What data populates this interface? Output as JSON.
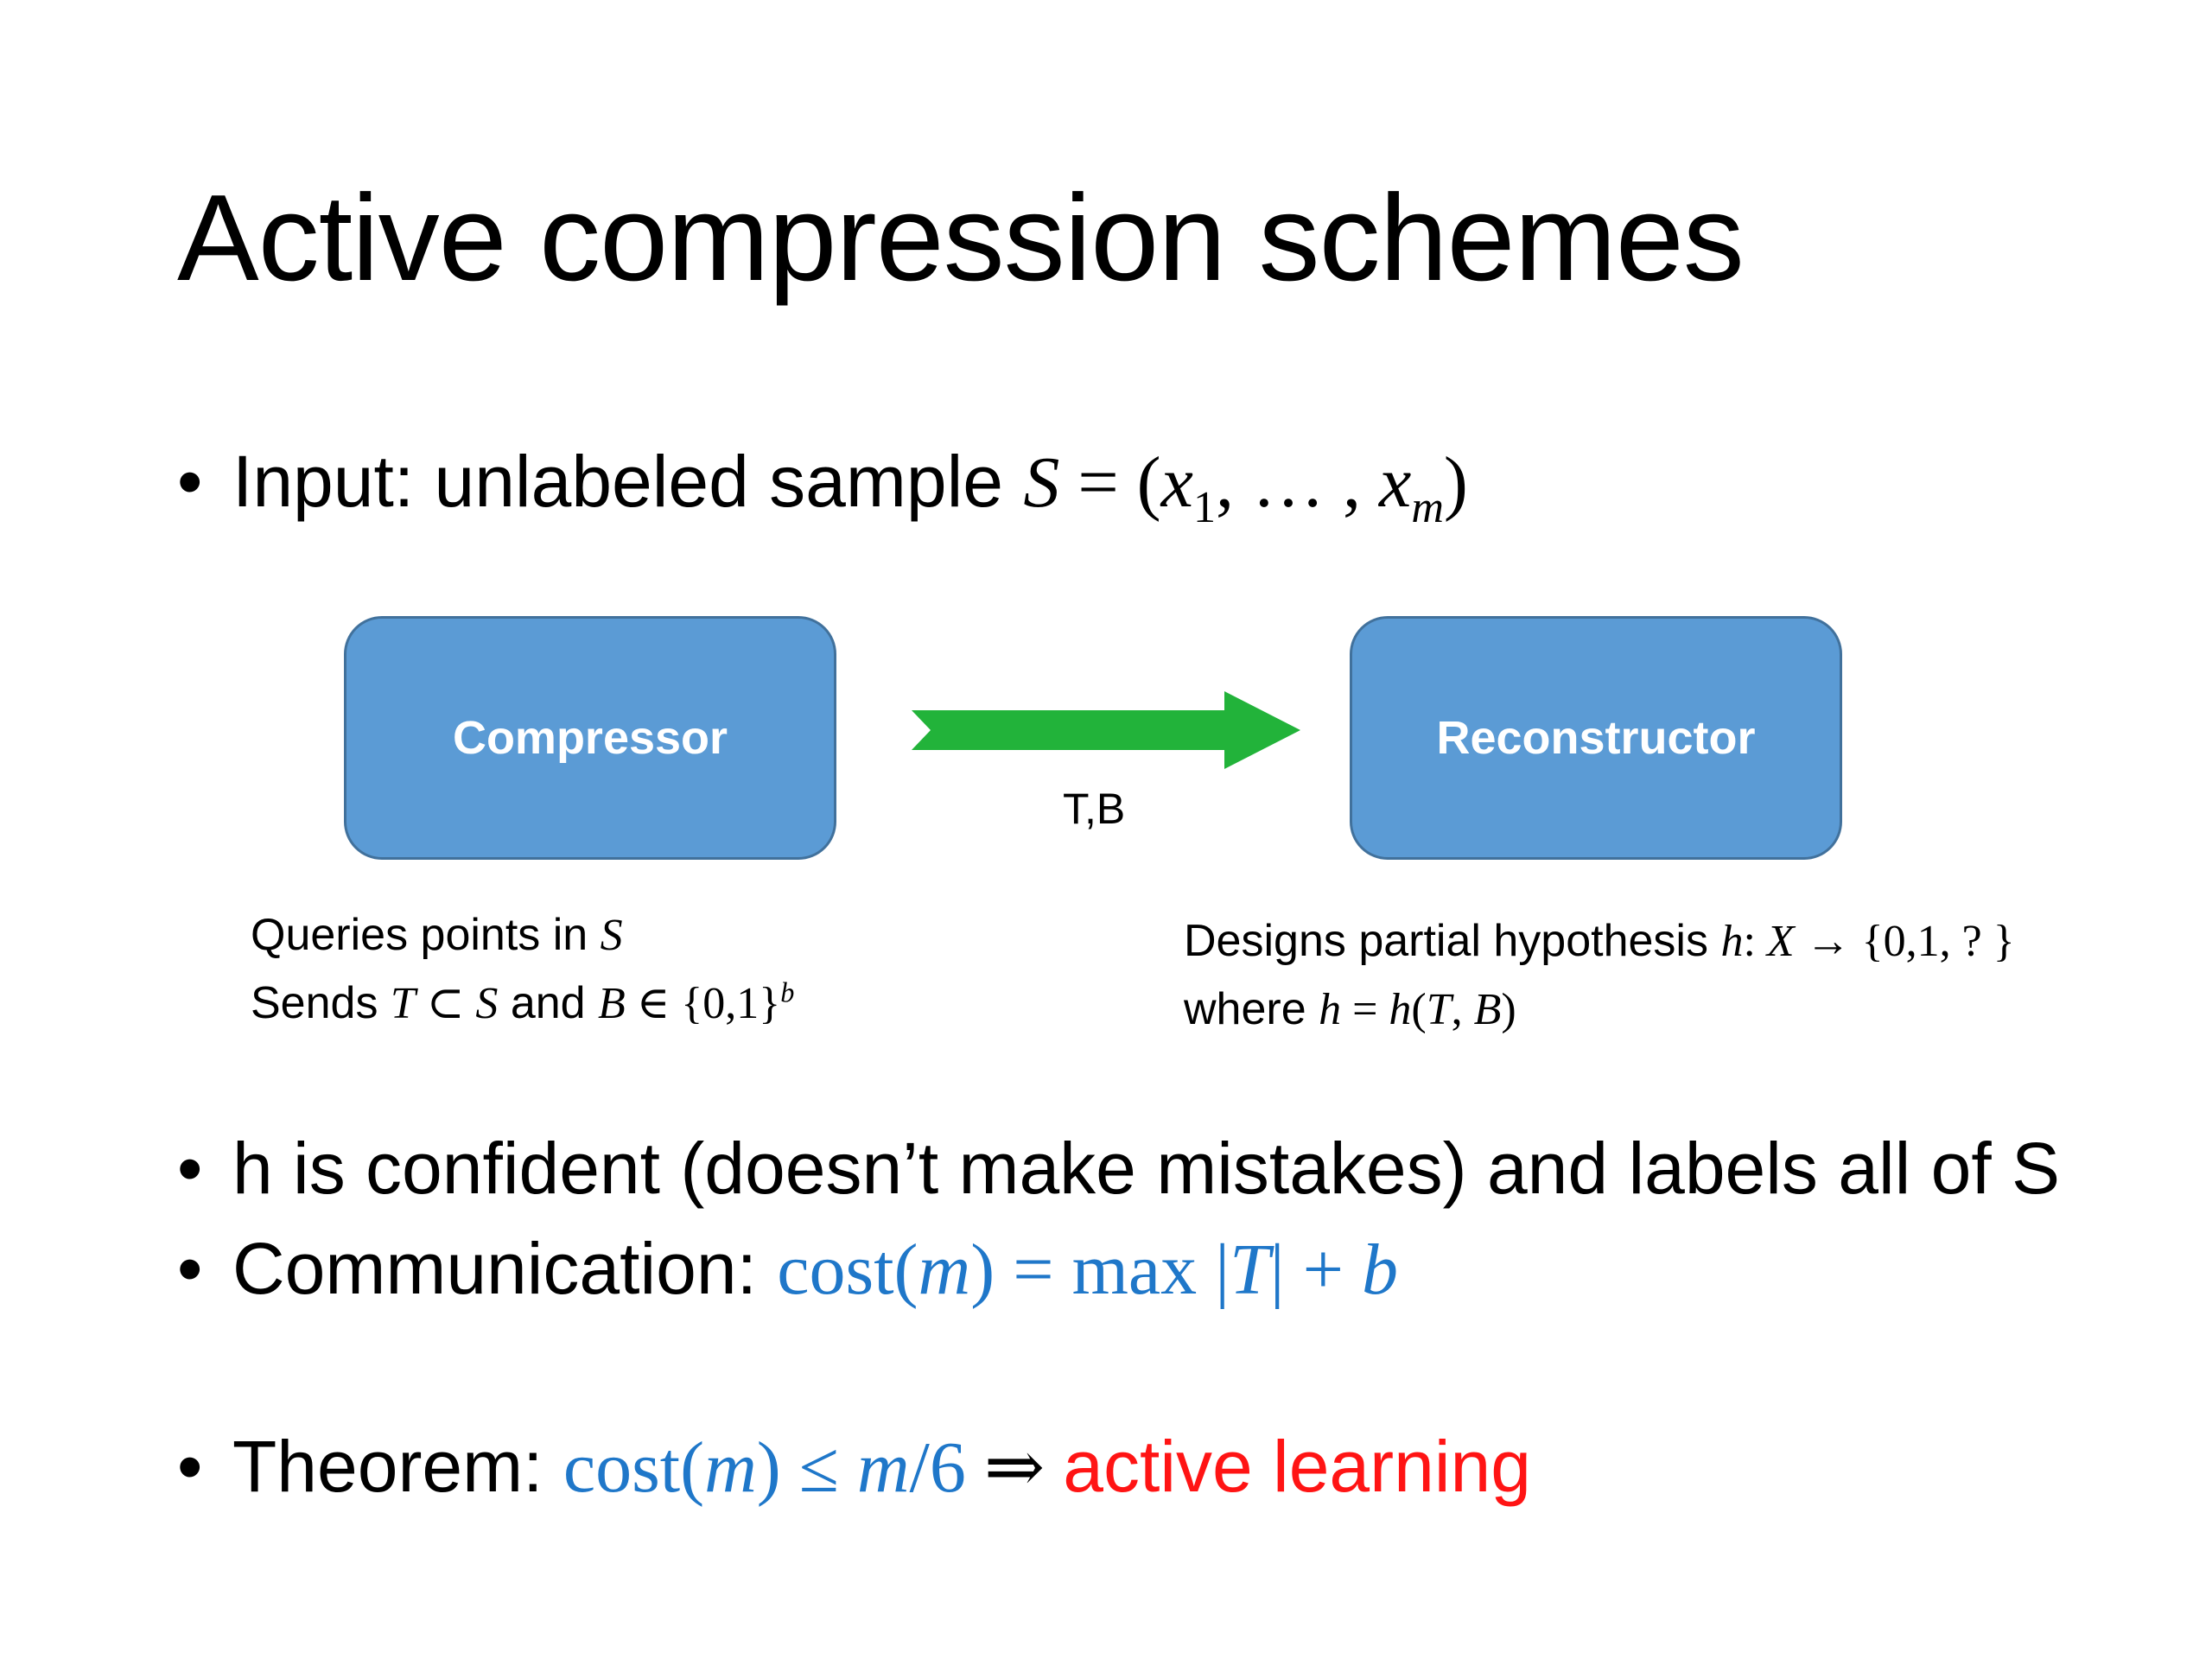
{
  "slide": {
    "title": "Active compression schemes"
  },
  "bullets": {
    "dot": "•",
    "input": {
      "label": "Input: unlabeled sample ",
      "S": "S",
      "eq": " = (",
      "x": "x",
      "sub1": "1",
      "dots": ", … , ",
      "subm": "m",
      "close": ")"
    },
    "confident": "h is confident (doesn’t make mistakes) and labels all of S",
    "communication": {
      "label": "Communication: ",
      "cost": "cost(",
      "m": "m",
      "eq_max": ") = max ",
      "abs_open": "|",
      "T": "T",
      "abs_close": "|",
      "plus": " + ",
      "b": "b"
    },
    "theorem": {
      "label": "Theorem: ",
      "cost": "cost(",
      "m": "m",
      "leq": ") ≤ ",
      "m2": "m",
      "div6": "/6",
      "implies": " ⇒ ",
      "conclusion": "active learning"
    }
  },
  "diagram": {
    "compressor_label": "Compressor",
    "reconstructor_label": "Reconstructor",
    "arrow_label": "T,B",
    "arrow_color": "#22b33a",
    "box_color": "#5b9bd5",
    "compressor_desc": {
      "line1_text": "Queries points in ",
      "line1_S": "S",
      "line2_a": "Sends ",
      "line2_T": "T",
      "line2_subset": " ⊂ ",
      "line2_S": "S",
      "line2_and": " and ",
      "line2_B": "B",
      "line2_in": " ∈ {0,1}",
      "line2_b": "b"
    },
    "reconstructor_desc": {
      "line1_text": "Designs partial hypothesis ",
      "line1_h": "h",
      "line1_colon": ": ",
      "line1_X": "X",
      "line1_map": " → {0,1, ? }",
      "line2_where": "where ",
      "line2_h": "h",
      "line2_eq": " = ",
      "line2_h2": "h",
      "line2_open": "(",
      "line2_T": "T",
      "line2_comma": ", ",
      "line2_B": "B",
      "line2_close": ")"
    }
  },
  "colors": {
    "math_blue": "#1f77c9",
    "highlight_red": "#ff1414"
  }
}
